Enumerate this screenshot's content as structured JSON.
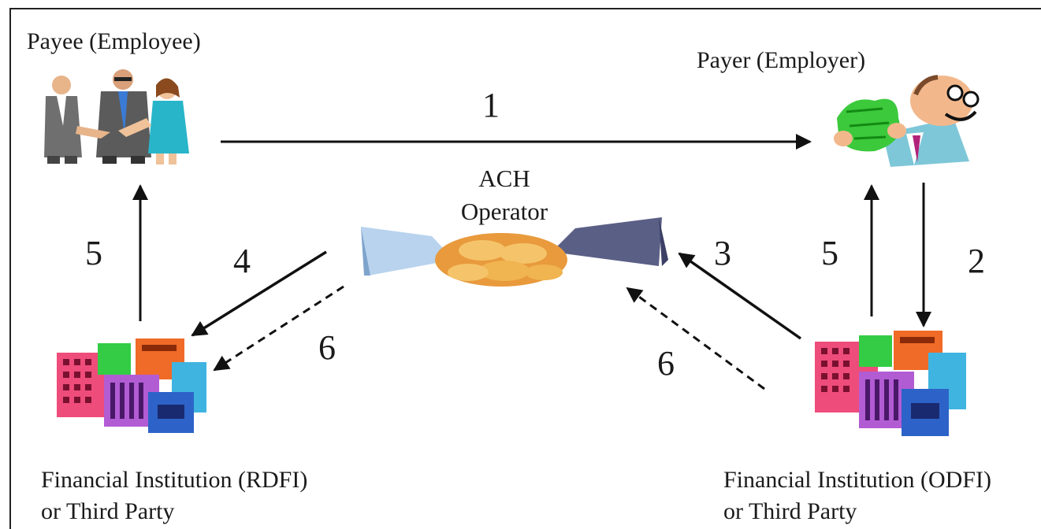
{
  "payee": {
    "title": "Payee (Employee)"
  },
  "payer": {
    "title": "Payer (Employer)"
  },
  "ach": {
    "line1": "ACH",
    "line2": "Operator"
  },
  "rdfi": {
    "line1": "Financial Institution (RDFI)",
    "line2": "or Third Party"
  },
  "odfi": {
    "line1": "Financial Institution (ODFI)",
    "line2": "or Third Party"
  },
  "steps": {
    "s1": "1",
    "s2": "2",
    "s3": "3",
    "s4": "4",
    "s5_left": "5",
    "s5_right": "5",
    "s6_left": "6",
    "s6_right": "6"
  }
}
